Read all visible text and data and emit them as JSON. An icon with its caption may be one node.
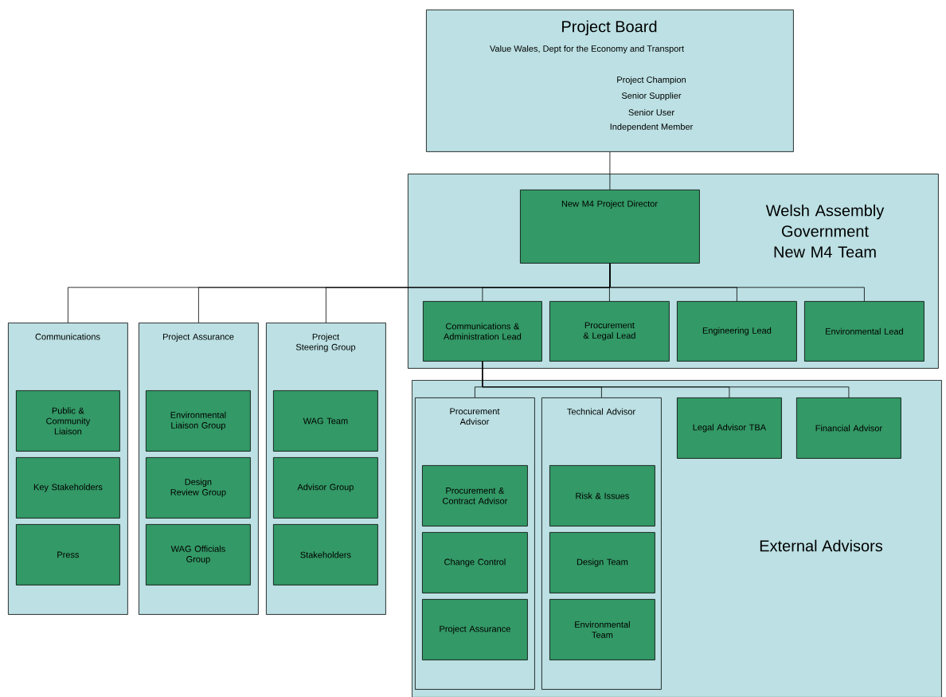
{
  "diagram": {
    "nodes": [
      {
        "text": [
          "Project Board",
          "Value Wales, Dept for the Economy and Transport",
          "Project Champion",
          "Senior Supplier",
          "Senior User",
          "Independent Member"
        ]
      },
      {
        "text": [
          "Welsh Assembly Government New M4 Team"
        ]
      },
      {
        "text": [
          "New M4 Project Director"
        ],
        "in": 1
      },
      {
        "text": [
          "Communications & Administration Lead"
        ],
        "in": 1
      },
      {
        "text": [
          "Procurement & Legal Lead"
        ],
        "in": 1
      },
      {
        "text": [
          "Engineering Lead"
        ],
        "in": 1
      },
      {
        "text": [
          "Environmental Lead"
        ],
        "in": 1
      },
      {
        "text": [
          "Communications"
        ]
      },
      {
        "text": [
          "Public & Community Liaison"
        ],
        "in": 7
      },
      {
        "text": [
          "Key Stakeholders"
        ],
        "in": 7
      },
      {
        "text": [
          "Press"
        ],
        "in": 7
      },
      {
        "text": [
          "Project Assurance"
        ]
      },
      {
        "text": [
          "Environmental Liaison Group"
        ],
        "in": 11
      },
      {
        "text": [
          "Design Review Group"
        ],
        "in": 11
      },
      {
        "text": [
          "WAG Officials Group"
        ],
        "in": 11
      },
      {
        "text": [
          "Project Steering Group"
        ]
      },
      {
        "text": [
          "WAG Team"
        ],
        "in": 15
      },
      {
        "text": [
          "Advisor Group"
        ],
        "in": 15
      },
      {
        "text": [
          "Stakeholders"
        ],
        "in": 15
      },
      {
        "text": [
          "External Advisors"
        ]
      },
      {
        "text": [
          "Procurement Advisor"
        ],
        "in": 19
      },
      {
        "text": [
          "Procurement & Contract Advisor"
        ],
        "in": 20
      },
      {
        "text": [
          "Change Control"
        ],
        "in": 20
      },
      {
        "text": [
          "Project Assurance"
        ],
        "in": 20
      },
      {
        "text": [
          "Technical Advisor"
        ],
        "in": 19
      },
      {
        "text": [
          "Risk & Issues"
        ],
        "in": 24
      },
      {
        "text": [
          "Design Team"
        ],
        "in": 24
      },
      {
        "text": [
          "Environmental Team"
        ],
        "in": 24
      },
      {
        "text": [
          "Legal Advisor TBA"
        ],
        "in": 19
      },
      {
        "text": [
          "Financial Advisor"
        ],
        "in": 19
      }
    ],
    "edges": [
      {
        "from": 0,
        "to": 2,
        "arrow": "none"
      },
      {
        "from": 2,
        "to": 7,
        "arrow": "none"
      },
      {
        "from": 2,
        "to": 11,
        "arrow": "none"
      },
      {
        "from": 2,
        "to": 15,
        "arrow": "none"
      },
      {
        "from": 2,
        "to": 3,
        "arrow": "none"
      },
      {
        "from": 2,
        "to": 4,
        "arrow": "none"
      },
      {
        "from": 2,
        "to": 5,
        "arrow": "none"
      },
      {
        "from": 2,
        "to": 6,
        "arrow": "none"
      },
      {
        "from": 3,
        "to": 20,
        "arrow": "none"
      },
      {
        "from": 3,
        "to": 24,
        "arrow": "none"
      },
      {
        "from": 3,
        "to": 28,
        "arrow": "none"
      },
      {
        "from": 3,
        "to": 29,
        "arrow": "none"
      }
    ]
  }
}
